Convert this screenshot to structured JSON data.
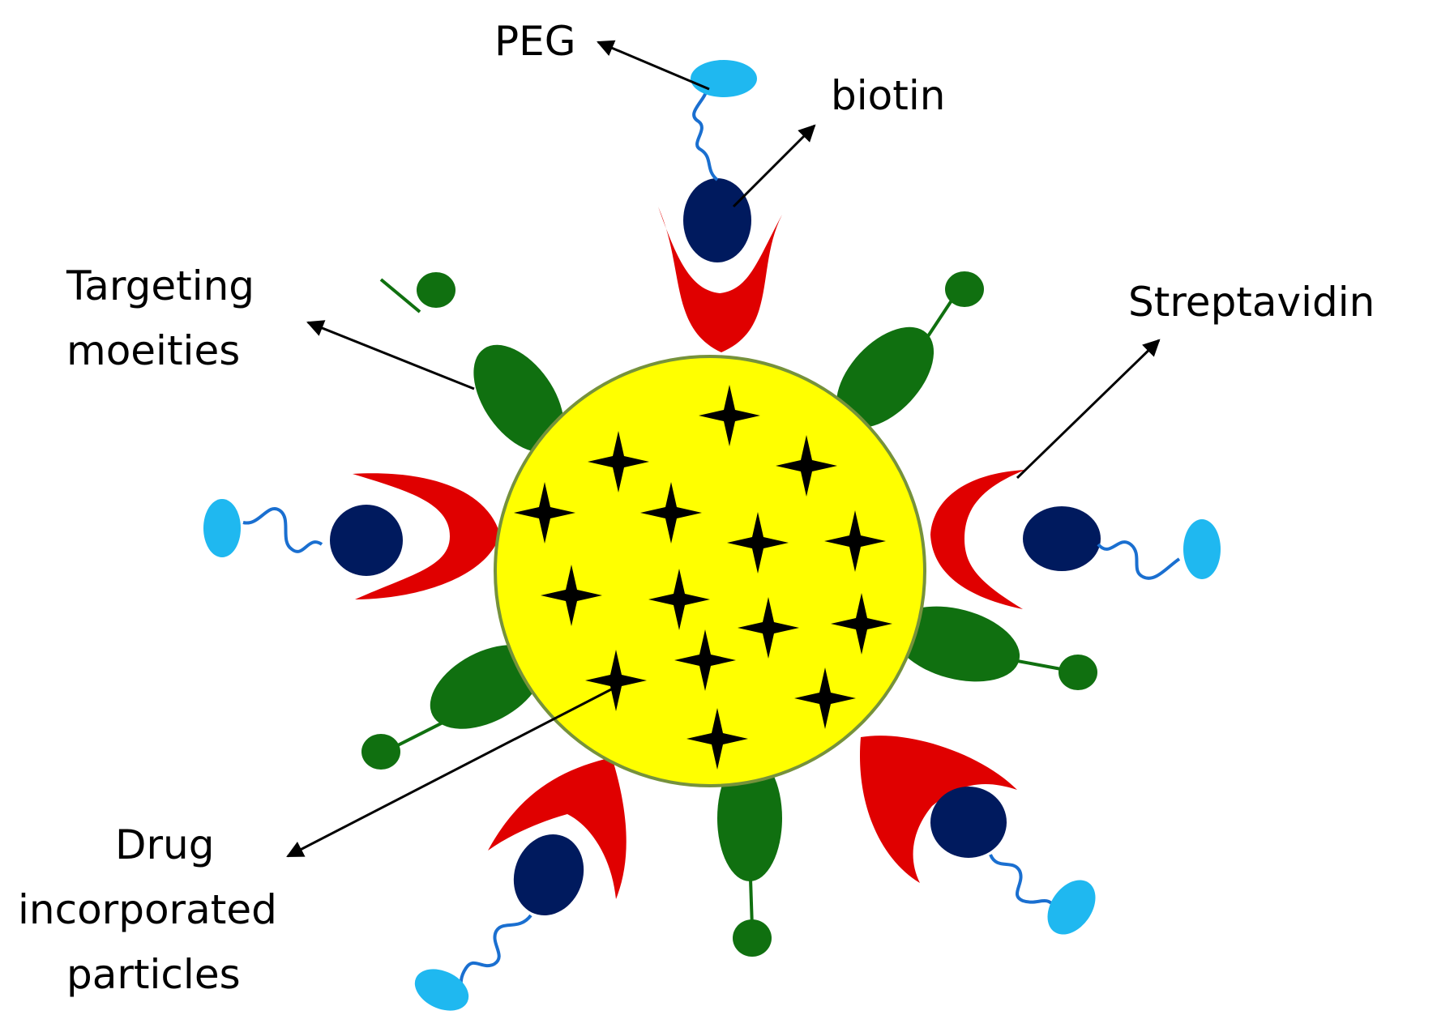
{
  "labels": {
    "peg": "PEG",
    "biotin": "biotin",
    "targeting_line1": "Targeting",
    "targeting_line2": "moeities",
    "streptavidin": "Streptavidin",
    "drug_line1": "Drug",
    "drug_line2": "incorporated",
    "drug_line3": "particles"
  },
  "colors": {
    "core_fill": "#ffff00",
    "core_stroke": "#76923c",
    "streptavidin": "#e00000",
    "biotin": "#001a5e",
    "peg": "#1fb8f0",
    "peg_linker": "#1a6fd0",
    "targeting": "#107010",
    "drug": "#000000",
    "arrow": "#000000"
  },
  "icons": {
    "drug": "four-point-star-icon",
    "targeting": "ellipse-antenna-icon",
    "streptavidin": "crescent-cup-icon"
  }
}
